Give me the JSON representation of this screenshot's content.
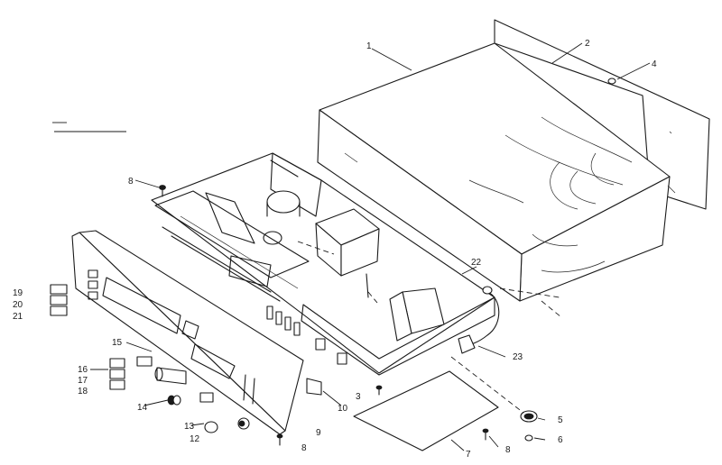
{
  "diagram": {
    "callouts": [
      {
        "id": "c1",
        "label": "1"
      },
      {
        "id": "c2",
        "label": "2"
      },
      {
        "id": "c4",
        "label": "4"
      },
      {
        "id": "c8a",
        "label": "8"
      },
      {
        "id": "c22",
        "label": "22"
      },
      {
        "id": "c19",
        "label": "19"
      },
      {
        "id": "c20",
        "label": "20"
      },
      {
        "id": "c21",
        "label": "21"
      },
      {
        "id": "c15",
        "label": "15"
      },
      {
        "id": "c16",
        "label": "16"
      },
      {
        "id": "c17",
        "label": "17"
      },
      {
        "id": "c18",
        "label": "18"
      },
      {
        "id": "c14",
        "label": "14"
      },
      {
        "id": "c13",
        "label": "13"
      },
      {
        "id": "c12",
        "label": "12"
      },
      {
        "id": "c8b",
        "label": "8"
      },
      {
        "id": "c9",
        "label": "9"
      },
      {
        "id": "c10",
        "label": "10"
      },
      {
        "id": "c3",
        "label": "3"
      },
      {
        "id": "c23",
        "label": "23"
      },
      {
        "id": "c5",
        "label": "5"
      },
      {
        "id": "c6",
        "label": "6"
      },
      {
        "id": "c7",
        "label": "7"
      },
      {
        "id": "c8c",
        "label": "8"
      }
    ]
  }
}
